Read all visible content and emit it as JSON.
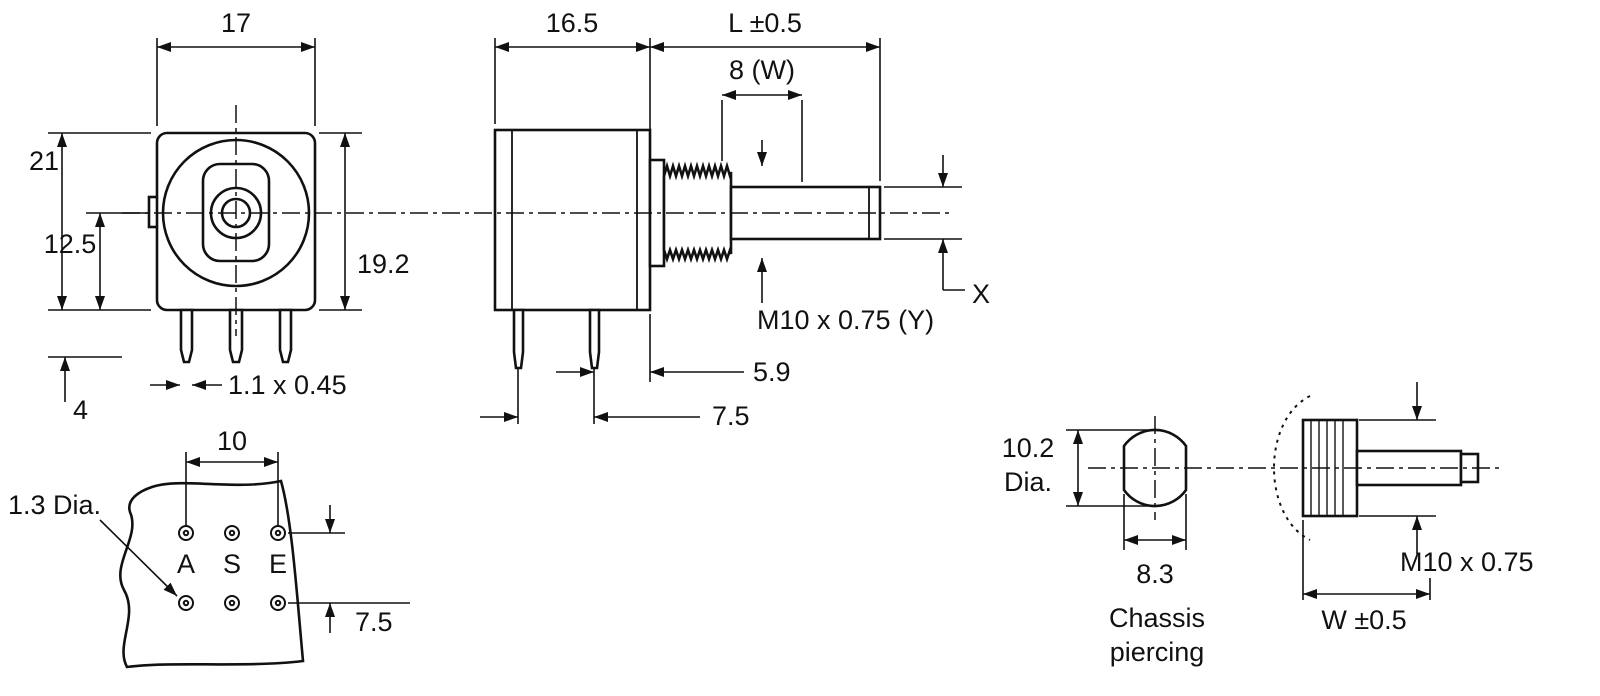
{
  "page": {
    "background": "#ffffff",
    "line_color": "#111111"
  },
  "front_view": {
    "dim_width": "17",
    "dim_total_height": "21",
    "dim_center_to_bottom": "12.5",
    "dim_body_height": "19.2",
    "dim_pin_length": "4",
    "dim_pin_section": "1.1 x 0.45"
  },
  "side_view": {
    "dim_body_depth": "16.5",
    "dim_shaft_length": "L ±0.5",
    "dim_flat_length": "8 (W)",
    "dim_bush_thread": "M10 x 0.75 (Y)",
    "dim_shaft_dia": "X",
    "dim_pin_to_face": "5.9",
    "dim_pin_pitch": "7.5"
  },
  "pcb_view": {
    "dim_pad_span": "10",
    "dim_hole_dia": "1.3 Dia.",
    "dim_row_span": "7.5",
    "pad_labels": [
      "A",
      "S",
      "E"
    ]
  },
  "chassis_view": {
    "dim_dia_value": "10.2",
    "dim_dia_word": "Dia.",
    "dim_across_flats": "8.3",
    "caption_line1": "Chassis",
    "caption_line2": "piercing"
  },
  "shaft_view": {
    "dim_thread": "M10 x 0.75",
    "dim_flat_len": "W ±0.5"
  }
}
